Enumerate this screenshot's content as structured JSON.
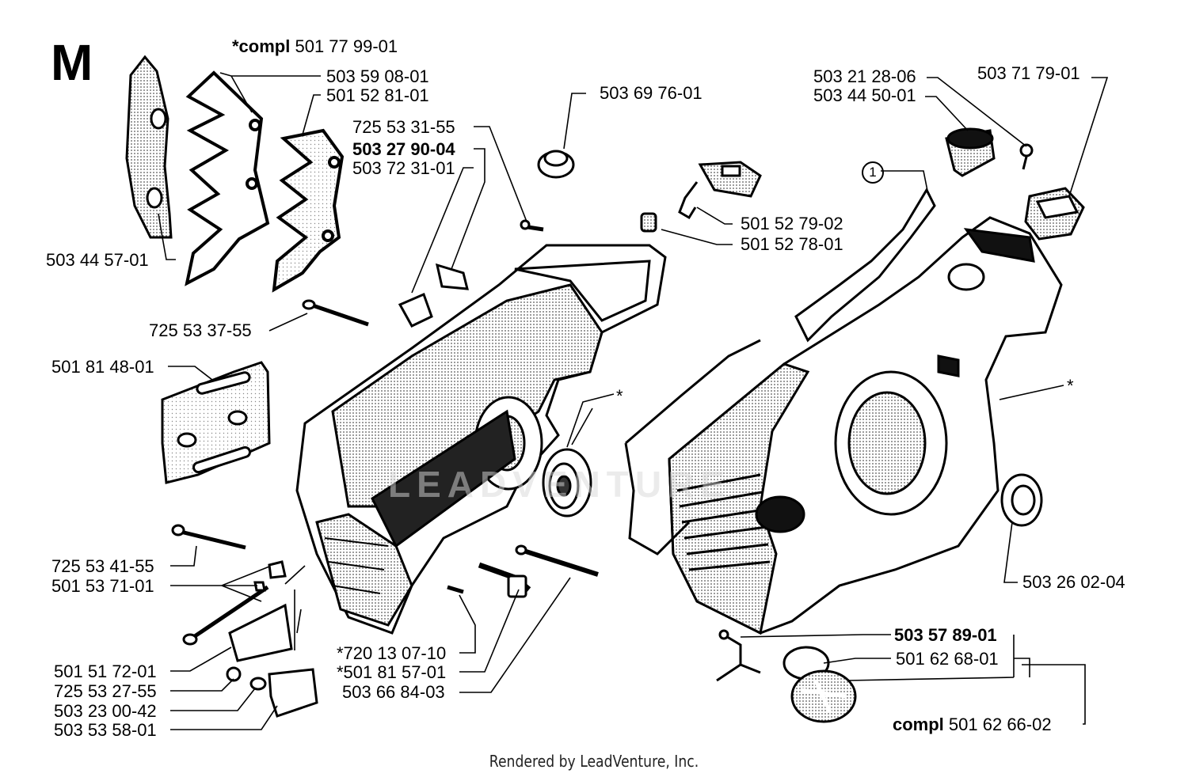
{
  "section_letter": "M",
  "footer_text": "Rendered by LeadVenture, Inc.",
  "watermark_text": "LEADVENTURE",
  "callout_marks": {
    "star_left": "*",
    "star_right": "*",
    "circle_one": "1"
  },
  "labels": {
    "compl_top_prefix": "*compl",
    "compl_top_number": "501 77 99-01",
    "p503590801": "503 59 08-01",
    "p501528101": "501 52 81-01",
    "p503697601": "503 69 76-01",
    "p725533155": "725 53 31-55",
    "p503279004": "503 27 90-04",
    "p503723101": "503 72 31-01",
    "p503444557": "503 44 57-01",
    "p725533755": "725 53 37-55",
    "p501814801": "501 81 48-01",
    "p501527902": "501 52 79-02",
    "p501527801": "501 52 78-01",
    "p503212806": "503 21 28-06",
    "p503445001": "503 44 50-01",
    "p503717901": "503 71 79-01",
    "p503260204": "503 26 02-04",
    "p725534155": "725 53 41-55",
    "p501537101": "501 53 71-01",
    "p501517201": "501 51 72-01",
    "p725532755": "725 53 27-55",
    "p503230042": "503 23 00-42",
    "p503535801": "503 53 58-01",
    "p720130710": "*720 13 07-10",
    "p501815701": "*501 81 57-01",
    "p503668403": "503 66 84-03",
    "p503578901": "503 57 89-01",
    "p501626801": "501 62 68-01",
    "compl_bottom_prefix": "compl",
    "compl_bottom_number": "501 62 66-02"
  }
}
